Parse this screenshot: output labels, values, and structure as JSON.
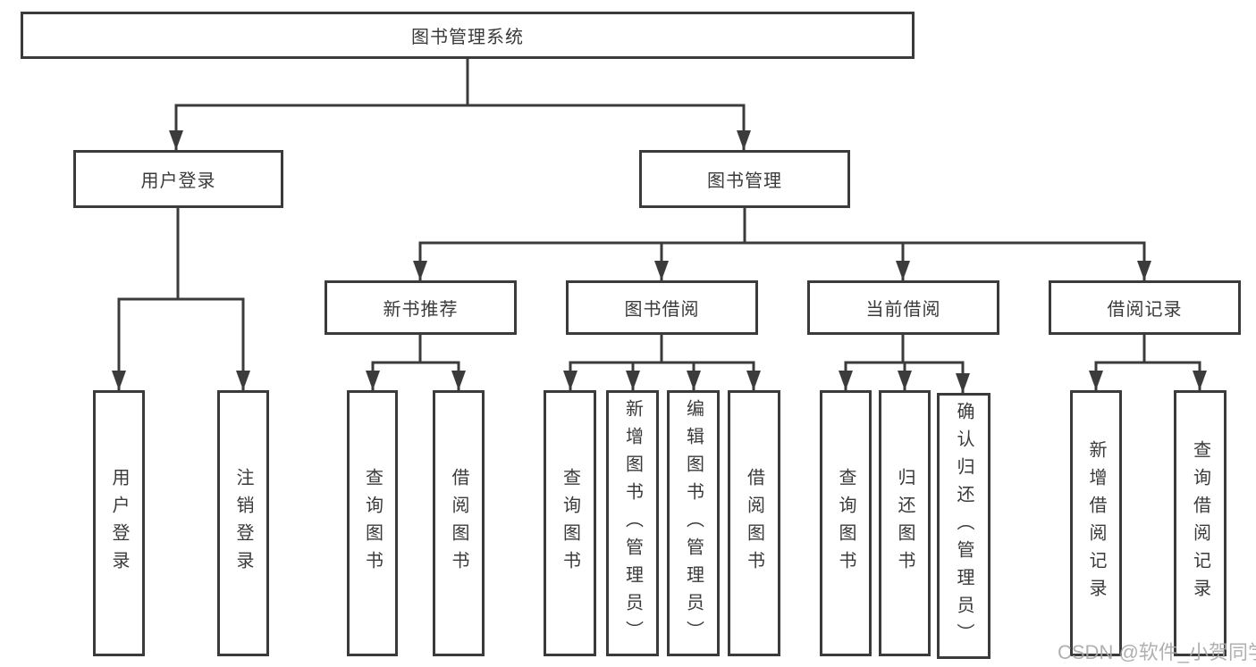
{
  "colors": {
    "line": "#3b3b3b",
    "text": "#3a3a3a",
    "box_bg": "#ffffff",
    "page_bg": "#ffffff",
    "watermark": "#a8a8a8"
  },
  "tree": {
    "root": {
      "label": "图书管理系统"
    },
    "level1": [
      {
        "label": "用户登录"
      },
      {
        "label": "图书管理"
      }
    ],
    "user_login_children": [
      {
        "label": "用户登录"
      },
      {
        "label": "注销登录"
      }
    ],
    "level2": [
      {
        "label": "新书推荐"
      },
      {
        "label": "图书借阅"
      },
      {
        "label": "当前借阅"
      },
      {
        "label": "借阅记录"
      }
    ],
    "new_book_children": [
      {
        "label": "查询图书"
      },
      {
        "label": "借阅图书"
      }
    ],
    "book_borrow_children": [
      {
        "label": "查询图书"
      },
      {
        "label": "新增图书（管理员）"
      },
      {
        "label": "编辑图书（管理员）"
      },
      {
        "label": "借阅图书"
      }
    ],
    "current_borrow_children": [
      {
        "label": "查询图书"
      },
      {
        "label": "归还图书"
      },
      {
        "label": "确认归还（管理员）"
      }
    ],
    "borrow_record_children": [
      {
        "label": "新增借阅记录"
      },
      {
        "label": "查询借阅记录"
      }
    ]
  },
  "watermark": {
    "text": "CSDN @软件_小贺同学"
  }
}
